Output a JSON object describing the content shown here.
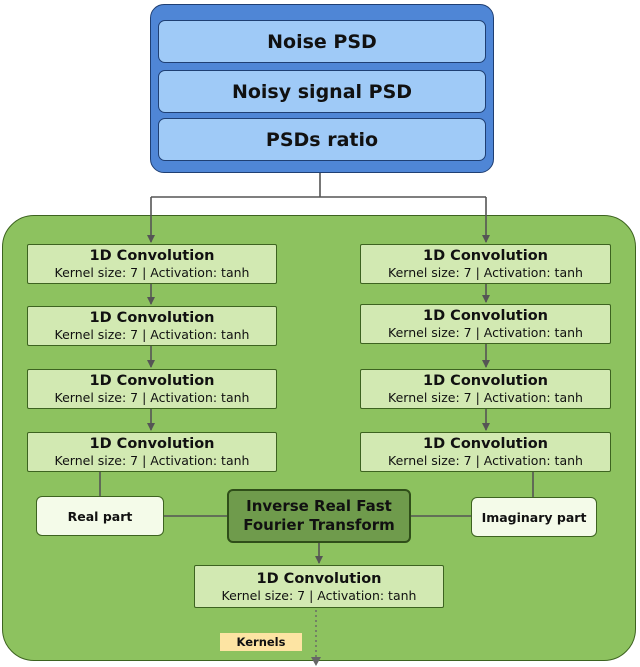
{
  "psd_stack": {
    "noise_psd": "Noise PSD",
    "noisy_signal_psd": "Noisy signal PSD",
    "psds_ratio": "PSDs ratio"
  },
  "left_branch": [
    {
      "title": "1D Convolution",
      "subtitle": "Kernel size: 7 | Activation: tanh"
    },
    {
      "title": "1D Convolution",
      "subtitle": "Kernel size: 7 | Activation: tanh"
    },
    {
      "title": "1D Convolution",
      "subtitle": "Kernel size: 7 | Activation: tanh"
    },
    {
      "title": "1D Convolution",
      "subtitle": "Kernel size: 7 | Activation: tanh"
    }
  ],
  "right_branch": [
    {
      "title": "1D Convolution",
      "subtitle": "Kernel size: 7 | Activation: tanh"
    },
    {
      "title": "1D Convolution",
      "subtitle": "Kernel size: 7 | Activation: tanh"
    },
    {
      "title": "1D Convolution",
      "subtitle": "Kernel size: 7 | Activation: tanh"
    },
    {
      "title": "1D Convolution",
      "subtitle": "Kernel size: 7 | Activation: tanh"
    }
  ],
  "real_part": "Real part",
  "imaginary_part": "Imaginary part",
  "irfft": {
    "line1": "Inverse Real Fast",
    "line2": "Fourier Transform"
  },
  "final_conv": {
    "title": "1D Convolution",
    "subtitle": "Kernel size: 7 | Activation: tanh"
  },
  "kernels_label": "Kernels",
  "colors": {
    "psd_outer": "#4f86d6",
    "psd_inner": "#9fcaf7",
    "green_background": "#8dc25f",
    "conv_box": "#d2e9b2",
    "irfft_box": "#6f9b4c",
    "kernels_tag": "#fde4a3",
    "line": "#555555"
  }
}
